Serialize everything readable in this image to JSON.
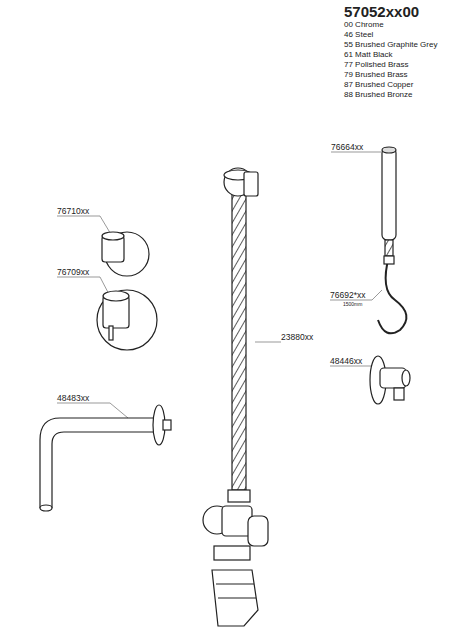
{
  "diagram": {
    "title": "57052xx00",
    "labels": [
      "00 Chrome",
      "46 Steel",
      "55 Brushed Graphite Grey",
      "61 Matt Black",
      "77 Polished Brass",
      "79 Brushed Brass",
      "87 Brushed Copper",
      "88 Brushed Bronze",
      "76664xx",
      "76710xx",
      "76709xx",
      "76692*xx",
      "1500mm",
      "23880xx",
      "48446xx",
      "48483xx"
    ]
  }
}
